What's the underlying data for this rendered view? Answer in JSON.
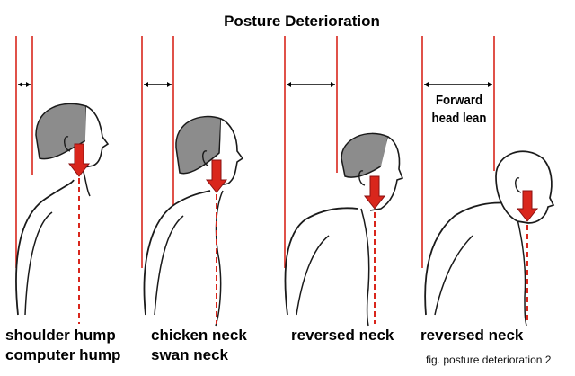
{
  "title": "Posture Deterioration",
  "caption": "fig. posture deterioration 2",
  "stages": [
    {
      "label_lines": [
        "shoulder hump",
        "computer hump"
      ]
    },
    {
      "label_lines": [
        "chicken neck",
        "swan neck"
      ]
    },
    {
      "label_lines": [
        "reversed neck"
      ]
    },
    {
      "label_lines": [
        "reversed neck"
      ],
      "annotation_lines": [
        "Forward",
        "head lean"
      ]
    }
  ],
  "colors": {
    "guide_line": "#d9261c",
    "arrow": "#d9261c",
    "hair": "#8c8c8c",
    "outline": "#1a1a1a"
  }
}
